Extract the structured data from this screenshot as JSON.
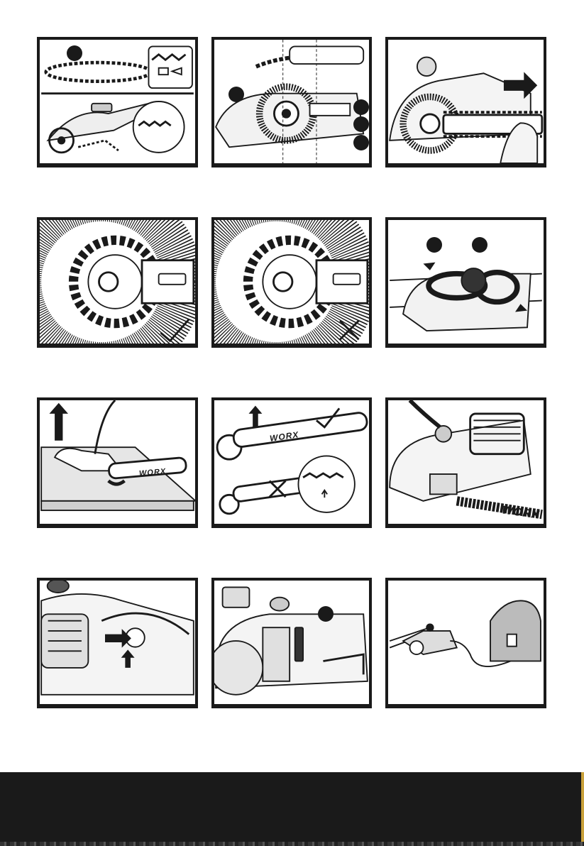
{
  "brand": {
    "name": "WORX"
  },
  "figures": [
    {
      "id": "fig-1",
      "markers": 1
    },
    {
      "id": "fig-2",
      "markers": 4
    },
    {
      "id": "fig-3",
      "markers": 0
    },
    {
      "id": "fig-4",
      "markers": 0,
      "status": "correct"
    },
    {
      "id": "fig-5",
      "markers": 0,
      "status": "incorrect"
    },
    {
      "id": "fig-6",
      "markers": 2
    },
    {
      "id": "fig-7",
      "markers": 0
    },
    {
      "id": "fig-8",
      "markers": 0
    },
    {
      "id": "fig-9",
      "markers": 0
    },
    {
      "id": "fig-10",
      "markers": 0
    },
    {
      "id": "fig-11",
      "markers": 1
    },
    {
      "id": "fig-12",
      "markers": 0
    }
  ],
  "colors": {
    "ink": "#1a1a1a",
    "band": "#1a1a1a",
    "accent": "#c9a13a"
  },
  "icons": [
    "check-icon",
    "cross-icon",
    "arrow-icon",
    "rotate-arrow-icon"
  ]
}
